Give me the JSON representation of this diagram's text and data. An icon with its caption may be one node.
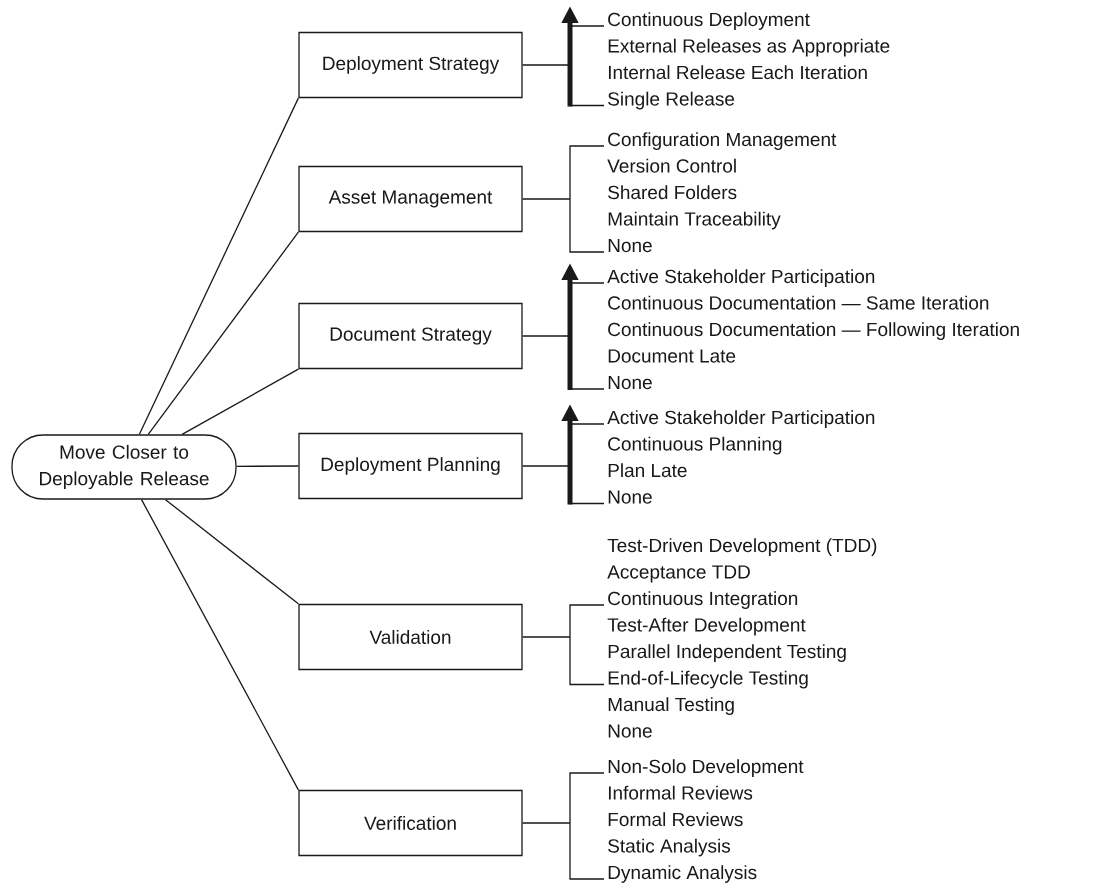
{
  "diagram": {
    "nodes": [
      {
        "text": [
          "Move Closer to Deployable Release"
        ]
      },
      {
        "text": [
          "Deployment Strategy"
        ]
      },
      {
        "text": [
          "Asset Management"
        ]
      },
      {
        "text": [
          "Document Strategy"
        ]
      },
      {
        "text": [
          "Deployment Planning"
        ]
      },
      {
        "text": [
          "Validation"
        ]
      },
      {
        "text": [
          "Verification"
        ]
      },
      {
        "text": [
          "Continuous Deployment",
          "External Releases as Appropriate",
          "Internal Release Each Iteration",
          "Single Release"
        ]
      },
      {
        "text": [
          "Configuration Management",
          "Version Control",
          "Shared Folders",
          "Maintain Traceability",
          "None"
        ]
      },
      {
        "text": [
          "Active Stakeholder Participation",
          "Continuous Documentation — Same Iteration",
          "Continuous Documentation — Following Iteration",
          "Document Late",
          "None"
        ]
      },
      {
        "text": [
          "Active Stakeholder Participation",
          "Continuous Planning",
          "Plan Late",
          "None"
        ]
      },
      {
        "text": [
          "Test-Driven Development (TDD)",
          "Acceptance TDD",
          "Continuous Integration",
          "Test-After Development",
          "Parallel Independent Testing",
          "End-of-Lifecycle Testing",
          "Manual Testing",
          "None"
        ]
      },
      {
        "text": [
          "Non-Solo Development",
          "Informal Reviews",
          "Formal Reviews",
          "Static Analysis",
          "Dynamic Analysis"
        ]
      }
    ],
    "edges": [
      {
        "from": 0,
        "to": 1,
        "arrow": "none"
      },
      {
        "from": 0,
        "to": 2,
        "arrow": "none"
      },
      {
        "from": 0,
        "to": 3,
        "arrow": "none"
      },
      {
        "from": 0,
        "to": 4,
        "arrow": "none"
      },
      {
        "from": 0,
        "to": 5,
        "arrow": "none"
      },
      {
        "from": 0,
        "to": 6,
        "arrow": "none"
      },
      {
        "from": 1,
        "to": 7,
        "arrow": "none"
      },
      {
        "from": 2,
        "to": 8,
        "arrow": "none"
      },
      {
        "from": 3,
        "to": 9,
        "arrow": "none"
      },
      {
        "from": 4,
        "to": 10,
        "arrow": "none"
      },
      {
        "from": 5,
        "to": 11,
        "arrow": "none"
      },
      {
        "from": 6,
        "to": 12,
        "arrow": "none"
      }
    ]
  }
}
